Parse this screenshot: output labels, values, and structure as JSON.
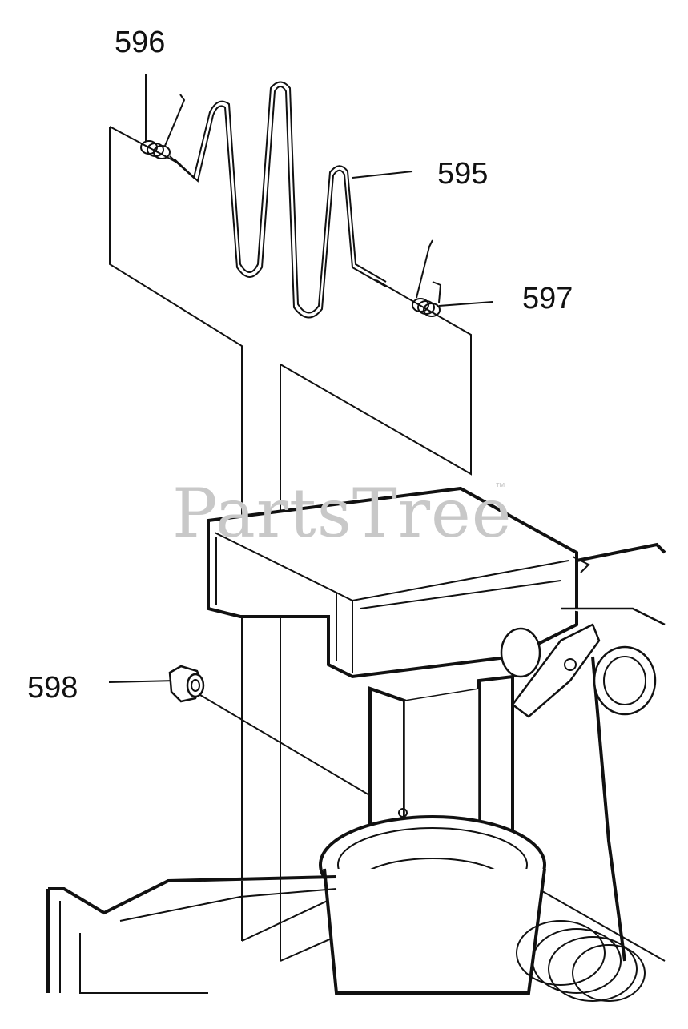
{
  "diagram": {
    "callouts": {
      "c596": "596",
      "c595": "595",
      "c597": "597",
      "c598": "598"
    },
    "watermark": "PartsTree",
    "trademark": "™"
  },
  "colors": {
    "ink": "#111111",
    "watermark": "#c8c8c8",
    "background": "#ffffff"
  }
}
